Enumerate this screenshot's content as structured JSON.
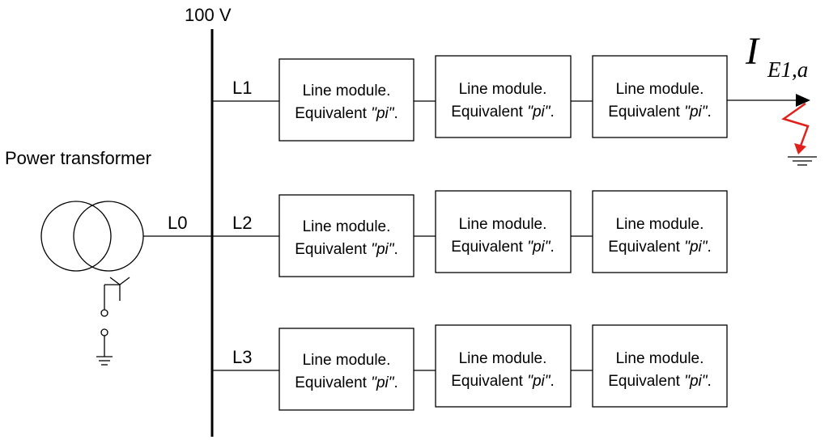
{
  "diagram": {
    "bus_voltage": "100 V",
    "transformer_label": "Power transformer",
    "feeder_label": "L0",
    "lines": [
      {
        "label": "L1",
        "modules": [
          {
            "line1": "Line module.",
            "line2_prefix": "Equivalent ",
            "line2_italic": "\"pi\"",
            "line2_suffix": "."
          },
          {
            "line1": "Line module.",
            "line2_prefix": "Equivalent ",
            "line2_italic": "\"pi\"",
            "line2_suffix": "."
          },
          {
            "line1": "Line module.",
            "line2_prefix": "Equivalent ",
            "line2_italic": "\"pi\"",
            "line2_suffix": "."
          }
        ]
      },
      {
        "label": "L2",
        "modules": [
          {
            "line1": "Line module.",
            "line2_prefix": "Equivalent ",
            "line2_italic": "\"pi\"",
            "line2_suffix": "."
          },
          {
            "line1": "Line module.",
            "line2_prefix": "Equivalent ",
            "line2_italic": "\"pi\"",
            "line2_suffix": "."
          },
          {
            "line1": "Line module.",
            "line2_prefix": "Equivalent ",
            "line2_italic": "\"pi\"",
            "line2_suffix": "."
          }
        ]
      },
      {
        "label": "L3",
        "modules": [
          {
            "line1": "Line module.",
            "line2_prefix": "Equivalent ",
            "line2_italic": "\"pi\"",
            "line2_suffix": "."
          },
          {
            "line1": "Line module.",
            "line2_prefix": "Equivalent ",
            "line2_italic": "\"pi\"",
            "line2_suffix": "."
          },
          {
            "line1": "Line module.",
            "line2_prefix": "Equivalent ",
            "line2_italic": "\"pi\"",
            "line2_suffix": "."
          }
        ]
      }
    ],
    "fault_current": {
      "symbol": "I",
      "subscript": "E1,a"
    },
    "colors": {
      "fault": "#e0201b",
      "line": "#000000"
    }
  }
}
